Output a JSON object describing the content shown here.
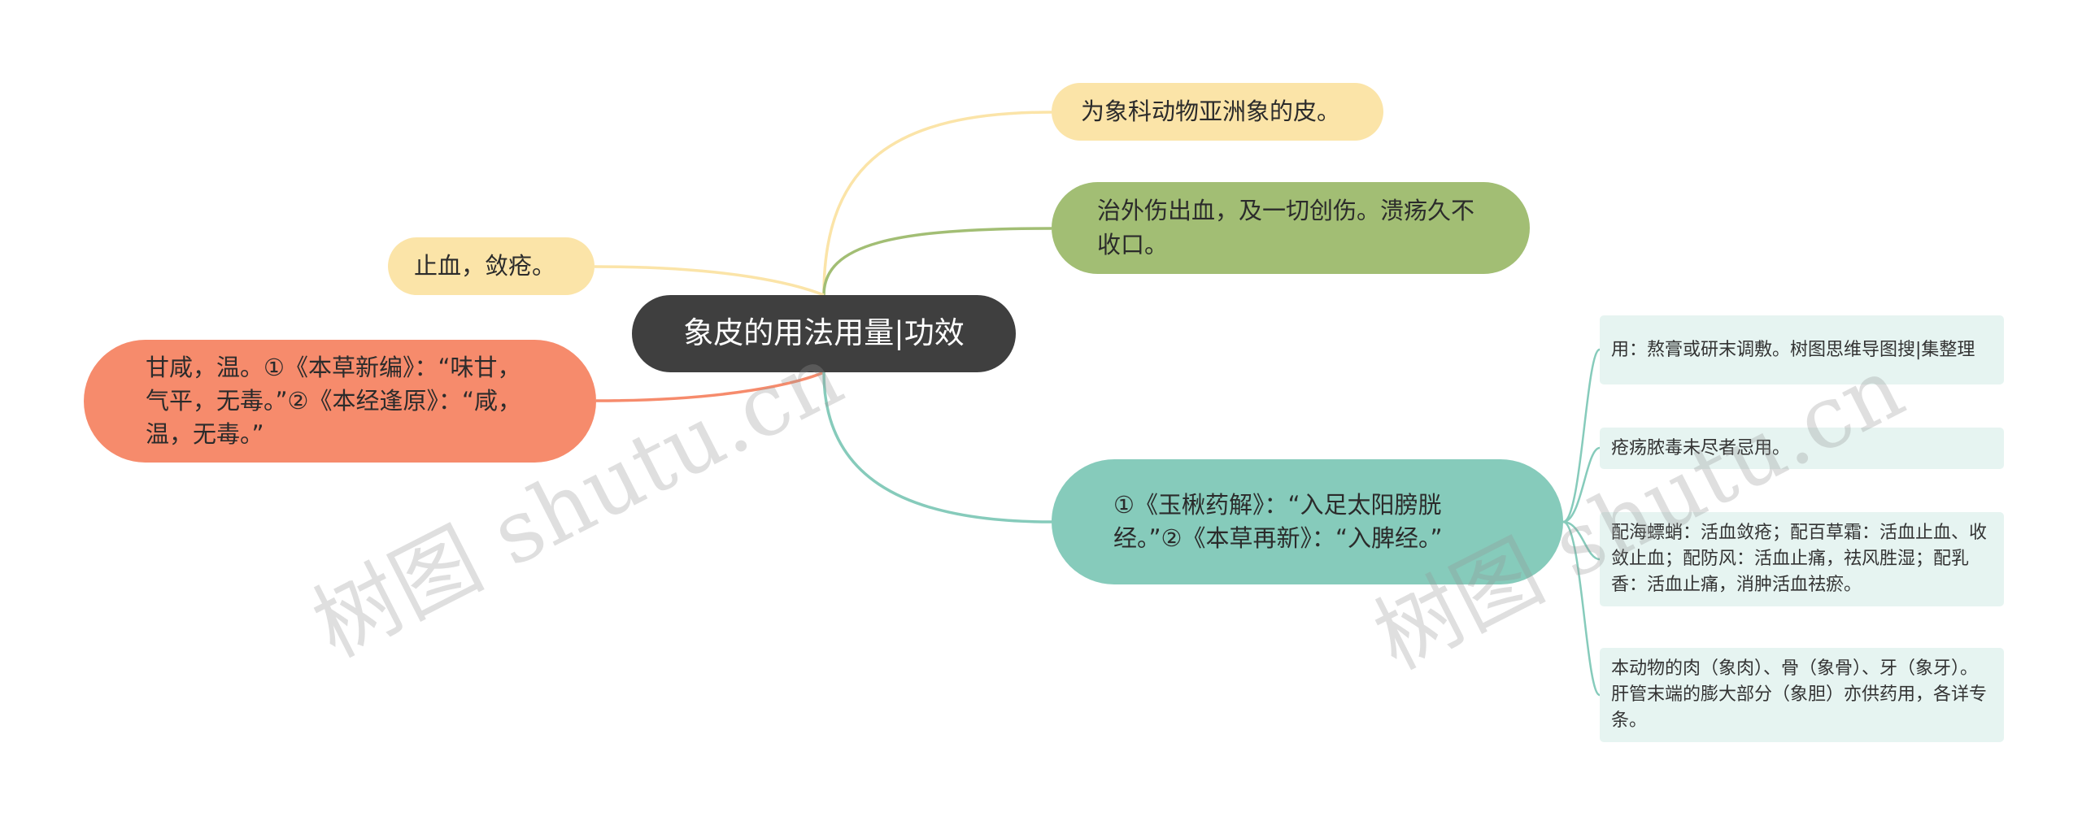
{
  "mindmap": {
    "colors": {
      "center": "#3f3f3f",
      "yellow": "#fbe4a8",
      "green": "#a2be74",
      "orange": "#f68b6c",
      "teal": "#86cbbb",
      "leaf": "#e6f4f1"
    },
    "center": {
      "label": "象皮的用法用量|功效"
    },
    "branches": {
      "skin": "为象科动物亚洲象的皮。",
      "treat": "治外伤出血，及一切创伤。溃疡久不收口。",
      "stop": "止血，敛疮。",
      "taste": "甘咸，温。①《本草新编》：“味甘，气平，无毒。”②《本经逢原》：“咸，温，无毒。”",
      "meridian": "①《玉楸药解》：“入足太阳膀胱经。”②《本草再新》：“入脾经。”"
    },
    "leaves": {
      "use": "用：熬膏或研末调敷。树图思维导图搜|集整理",
      "taboo": "疮疡脓毒未尽者忌用。",
      "combine": "配海螵蛸：活血敛疮；配百草霜：活血止血、收敛止血；配防风：活血止痛，祛风胜湿；配乳香：活血止痛，消肿活血祛瘀。",
      "related": "本动物的肉（象肉）、骨（象骨）、牙（象牙）。肝管末端的膨大部分（象胆）亦供药用，各详专条。"
    }
  },
  "watermark": {
    "text": "树图 shutu.cn"
  }
}
